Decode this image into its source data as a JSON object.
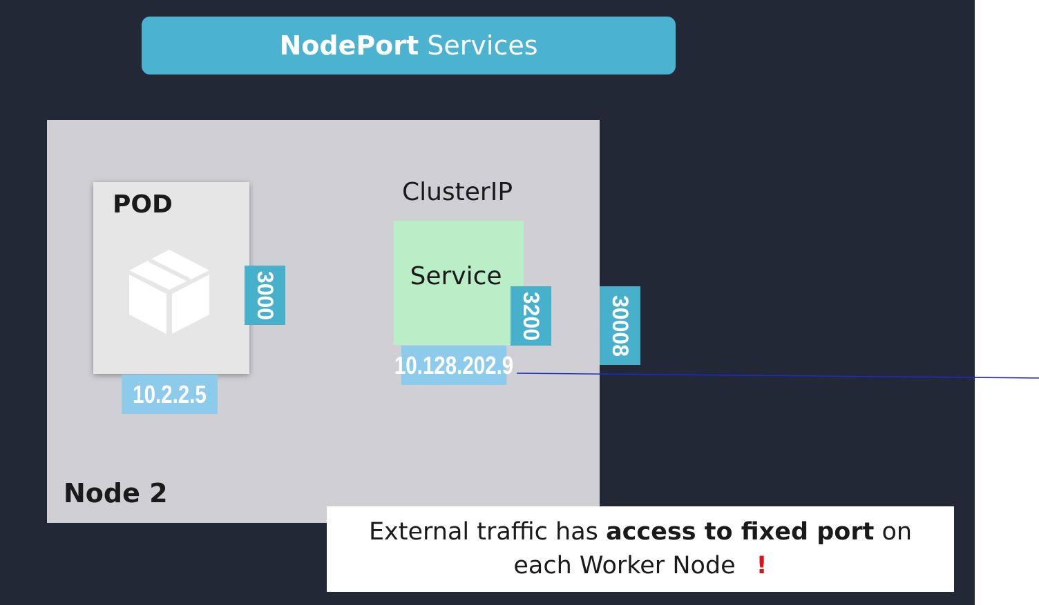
{
  "title": {
    "bold": "NodePort",
    "rest": "Services"
  },
  "node": {
    "label": "Node 2"
  },
  "pod": {
    "label": "POD",
    "ip": "10.2.2.5",
    "port": "3000",
    "icon": "box-icon"
  },
  "service": {
    "type_label": "ClusterIP",
    "label": "Service",
    "ip": "10.128.202.9",
    "port": "3200"
  },
  "node_port": "30008",
  "callout": {
    "line1_pre": "External traffic has",
    "line1_emph": "access to fixed port",
    "line1_post": "on",
    "line2": "each Worker Node",
    "mark": "!"
  },
  "colors": {
    "background": "#232837",
    "banner": "#4bb3cf",
    "node": "#d0cfd4",
    "service": "#baeec6",
    "ip_tag": "#8ccbeb",
    "port_tag": "#47b1cb",
    "connector": "#1a2ad0",
    "alert": "#e0101b"
  }
}
